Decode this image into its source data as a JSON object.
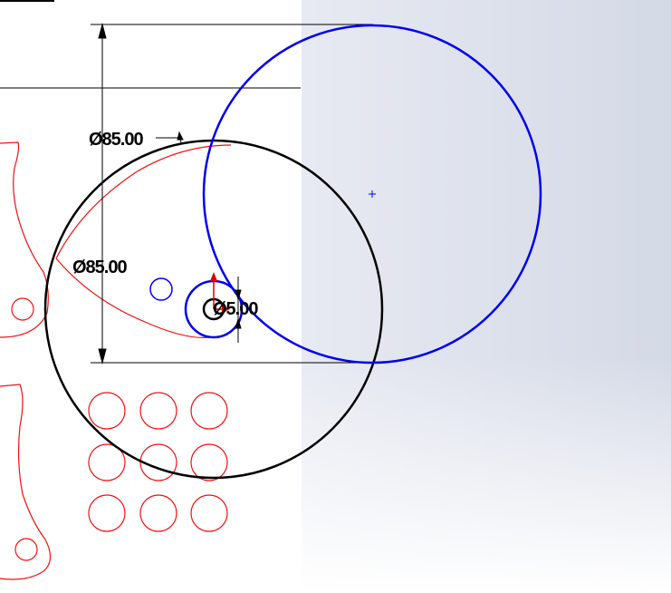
{
  "dimensions": {
    "large_circle_diameter": "Ø85.00",
    "blue_circle_diameter": "Ø85.00",
    "small_hole_diameter": "Ø5.00"
  },
  "colors": {
    "sketch_geometry": "#0000ee",
    "fixed_geometry": "#000000",
    "reference_part": "#ee1111",
    "origin_arrow": "#dd0000",
    "background_gradient_end": "#d6dbe8"
  }
}
